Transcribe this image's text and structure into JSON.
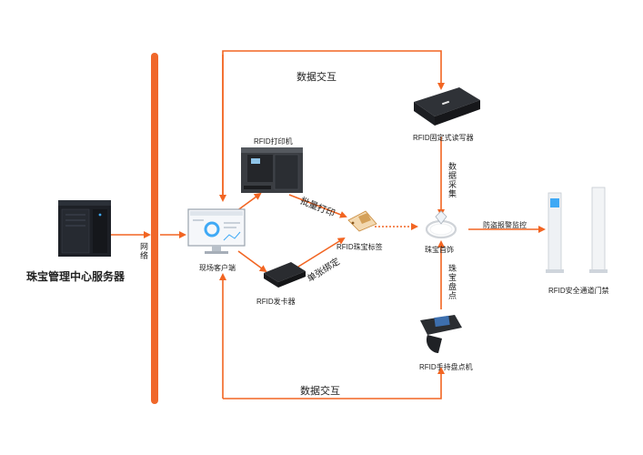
{
  "colors": {
    "accent": "#f0672a",
    "line": "#f26522",
    "text": "#222222"
  },
  "nodes": {
    "server": {
      "label": "珠宝管理中心服务器",
      "icon": "server-tower-icon"
    },
    "network": {
      "label": "网络"
    },
    "client": {
      "label": "现场客户端",
      "icon": "monitor-icon"
    },
    "printer": {
      "label": "RFID打印机",
      "icon": "printer-icon"
    },
    "card_issuer": {
      "label": "RFID发卡器",
      "icon": "card-reader-icon"
    },
    "tag": {
      "label": "RFID珠宝标签",
      "icon": "rfid-tag-icon"
    },
    "fixed_reader": {
      "label": "RFID固定式读写器",
      "icon": "fixed-reader-icon"
    },
    "jewelry": {
      "label": "珠宝首饰",
      "icon": "ring-icon"
    },
    "handheld": {
      "label": "RFID手持盘点机",
      "icon": "handheld-scanner-icon"
    },
    "gate": {
      "label": "RFID安全通道门禁",
      "icon": "security-gate-icon"
    }
  },
  "edges": {
    "top_exchange": "数据交互",
    "bottom_exchange": "数据交互",
    "batch_print": "批量打印",
    "single_bind": "单张绑定",
    "data_collect": "数据采集",
    "inventory": "珠宝盘点",
    "anti_theft": "防盗报警监控"
  }
}
